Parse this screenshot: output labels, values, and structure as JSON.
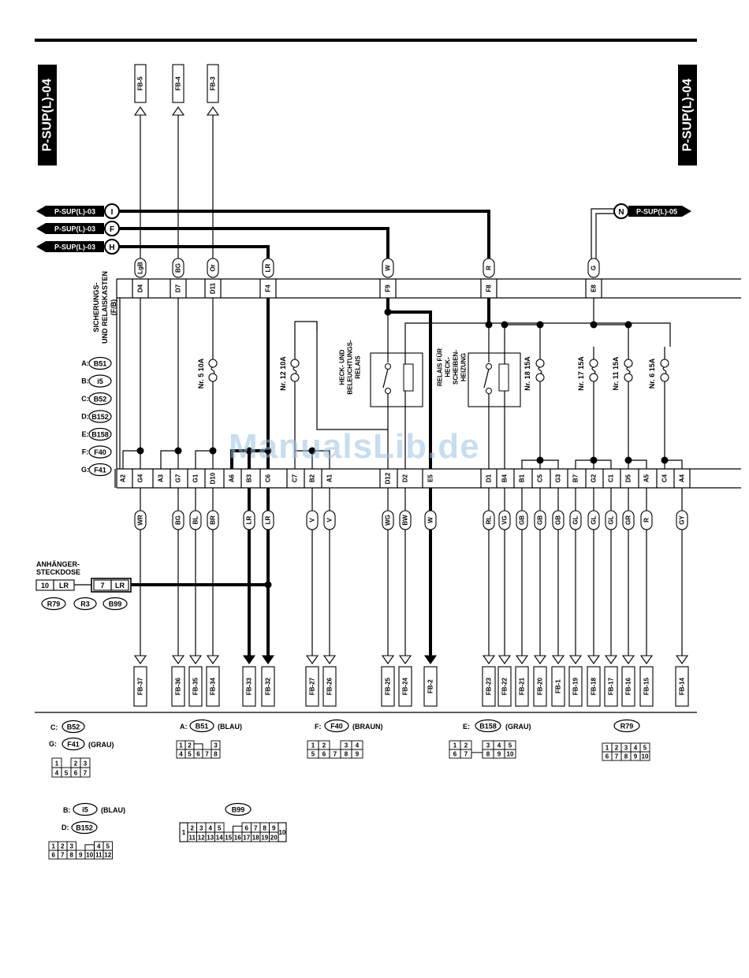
{
  "page_code": "P-SUP(L)-04",
  "off_page_refs": [
    {
      "letter": "I",
      "page": "P-SUP(L)-03"
    },
    {
      "letter": "F",
      "page": "P-SUP(L)-03"
    },
    {
      "letter": "H",
      "page": "P-SUP(L)-03"
    },
    {
      "letter": "N",
      "page": "P-SUP(L)-05"
    }
  ],
  "top_fb": [
    "FB-5",
    "FB-4",
    "FB-3"
  ],
  "fuse_box": {
    "title": [
      "SICHERUNGS-",
      "UND RELAISKASTEN",
      "(F/B)"
    ],
    "connectors": [
      {
        "letter": "A:",
        "code": "B51"
      },
      {
        "letter": "B:",
        "code": "i5"
      },
      {
        "letter": "C:",
        "code": "B52"
      },
      {
        "letter": "D:",
        "code": "B152"
      },
      {
        "letter": "E:",
        "code": "B158"
      },
      {
        "letter": "F:",
        "code": "F40"
      },
      {
        "letter": "G:",
        "code": "F41"
      }
    ]
  },
  "top_pins": [
    {
      "pin": "D4",
      "wire": "LgB"
    },
    {
      "pin": "D7",
      "wire": "BG"
    },
    {
      "pin": "D11",
      "wire": "Or"
    },
    {
      "pin": "F4",
      "wire": "LR"
    },
    {
      "pin": "F9",
      "wire": "W"
    },
    {
      "pin": "F8",
      "wire": "R"
    },
    {
      "pin": "E8",
      "wire": "G"
    }
  ],
  "fuses": [
    "Nr. 5 10A",
    "Nr. 12 10A",
    "Nr. 18 15A",
    "Nr. 17 15A",
    "Nr. 11 15A",
    "Nr. 6 15A"
  ],
  "relays": {
    "left": [
      "HECK- UND",
      "BELEUCHTUNGS-",
      "RELAIS"
    ],
    "right": [
      "RELAIS FÜR",
      "HECK-",
      "SCHEIBEN-",
      "HEIZUNG"
    ]
  },
  "bottom_pins": [
    "A2",
    "G4",
    "A3",
    "G7",
    "G1",
    "D10",
    "A6",
    "B3",
    "C6",
    "C7",
    "B2",
    "A1",
    "D12",
    "D2",
    "E5",
    "D1",
    "B4",
    "B1",
    "C5",
    "G3",
    "B7",
    "G2",
    "C1",
    "D5",
    "A5",
    "C4",
    "A4"
  ],
  "bottom_wires": [
    "WR",
    "BG",
    "BL",
    "BR",
    "LR",
    "LR",
    "V",
    "V",
    "WG",
    "BW",
    "W",
    "RL",
    "VG",
    "GB",
    "GB",
    "GB",
    "GL",
    "GL",
    "GL",
    "GR",
    "R",
    "GY"
  ],
  "bottom_fb": [
    "FB-37",
    "FB-36",
    "FB-35",
    "FB-34",
    "FB-33",
    "FB-32",
    "FB-27",
    "FB-26",
    "FB-25",
    "FB-24",
    "FB-2",
    "FB-23",
    "FB-22",
    "FB-21",
    "FB-20",
    "FB-1",
    "FB-19",
    "FB-18",
    "FB-17",
    "FB-16",
    "FB-15",
    "FB-14"
  ],
  "trailer_socket": {
    "title": [
      "ANHÄNGER-",
      "STECKDOSE"
    ],
    "pins": [
      "10",
      "LR",
      "7",
      "LR"
    ],
    "connectors": [
      "R79",
      "R3",
      "B99"
    ]
  },
  "legend": {
    "c_label": "C:",
    "c_code": "B52",
    "g_label": "G:",
    "g_code": "F41",
    "g_color": "(GRAU)",
    "a_label": "A:",
    "a_code": "B51",
    "a_color": "(BLAU)",
    "f_label": "F:",
    "f_code": "F40",
    "f_color": "(BRAUN)",
    "e_label": "E:",
    "e_code": "B158",
    "e_color": "(GRAU)",
    "r79_code": "R79",
    "b_label": "B:",
    "b_code": "i5",
    "b_color": "(BLAU)",
    "d_label": "D:",
    "d_code": "B152",
    "b99_code": "B99"
  },
  "watermark": "ManualsLib.de"
}
